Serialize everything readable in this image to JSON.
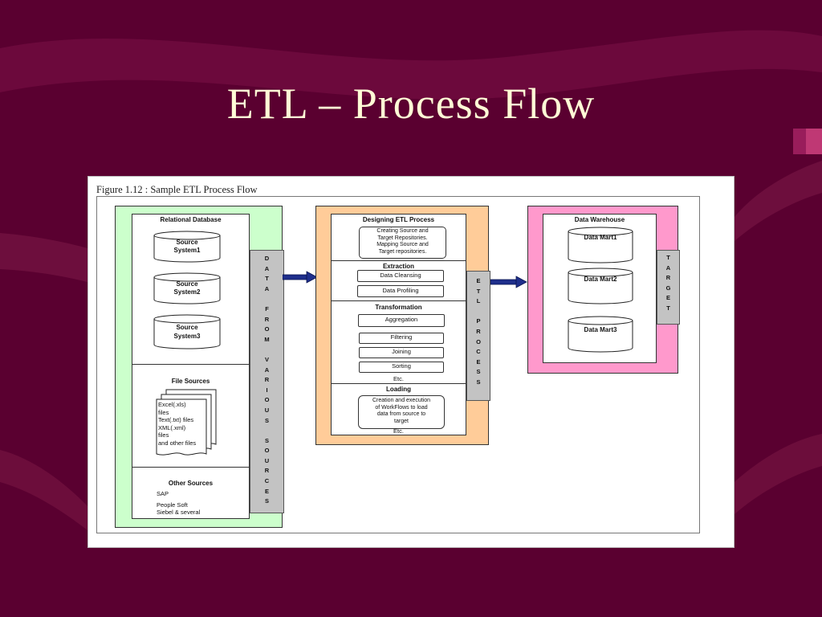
{
  "slide": {
    "title": "ETL – Process Flow"
  },
  "figure": {
    "caption": "Figure 1.12 : Sample ETL Process Flow"
  },
  "sources": {
    "relational_title": "Relational Database",
    "systems": [
      [
        "Source",
        "System1"
      ],
      [
        "Source",
        "System2"
      ],
      [
        "Source",
        "System3"
      ]
    ],
    "file_title": "File Sources",
    "file_lines": [
      "Excel(.xls)",
      "files",
      "Text(.txt) files",
      "XML(.xml)",
      "files",
      "and other files"
    ],
    "other_title": "Other Sources",
    "other_lines": [
      "SAP",
      "People Soft",
      "Siebel & several"
    ],
    "strip_letters": [
      "D",
      "A",
      "T",
      "A",
      "",
      "F",
      "R",
      "O",
      "M",
      "",
      "V",
      "A",
      "R",
      "I",
      "O",
      "U",
      "S",
      "",
      "S",
      "O",
      "U",
      "R",
      "C",
      "E",
      "S"
    ]
  },
  "etl": {
    "design_title": "Designing ETL Process",
    "design_lines": [
      "Creating Source and",
      "Target Repositories.",
      "Mapping Source and",
      "Target repositories."
    ],
    "extraction_title": "Extraction",
    "extraction_items": [
      "Data Cleansing",
      "Data Profiling"
    ],
    "transformation_title": "Transformation",
    "transformation_items": [
      "Aggregation",
      "Filtering",
      "Joining",
      "Sorting"
    ],
    "transformation_etc": "Etc.",
    "loading_title": "Loading",
    "loading_lines": [
      "Creation and execution",
      "of WorkFlows to load",
      "data from source to",
      "target"
    ],
    "loading_etc": "Etc.",
    "strip_letters": [
      "E",
      "T",
      "L",
      "",
      "P",
      "R",
      "O",
      "C",
      "E",
      "S",
      "S"
    ]
  },
  "target": {
    "title": "Data Warehouse",
    "marts": [
      "Data Mart1",
      "Data Mart2",
      "Data Mart3"
    ],
    "strip_letters": [
      "T",
      "A",
      "R",
      "G",
      "E",
      "T"
    ]
  },
  "colors": {
    "background": "#5a0030",
    "title": "#fffbd6",
    "sources_fill": "#ccffcc",
    "etl_fill": "#ffcc99",
    "target_fill": "#ff99cc",
    "arrow": "#1f2f8c"
  }
}
